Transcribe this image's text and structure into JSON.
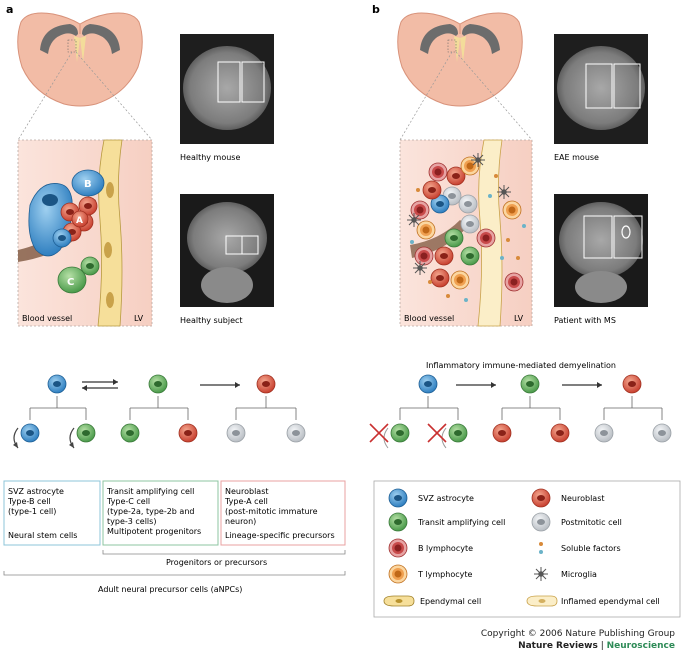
{
  "panel_a": {
    "letter": "a",
    "mri_top_caption": "Healthy mouse",
    "mri_bottom_caption": "Healthy subject",
    "zoom_left_label": "Blood vessel",
    "zoom_right_label": "LV",
    "cell_labels": [
      "B",
      "A",
      "C"
    ]
  },
  "panel_b": {
    "letter": "b",
    "mri_top_caption": "EAE mouse",
    "mri_bottom_caption": "Patient with MS",
    "zoom_left_label": "Blood vessel",
    "zoom_right_label": "LV"
  },
  "lineage_right_title": "Inflammatory immune-mediated demyelination",
  "info_boxes": [
    {
      "lines": [
        "SVZ astrocyte",
        "Type-B cell",
        "(type-1 cell)",
        "",
        "Neural stem cells"
      ]
    },
    {
      "lines": [
        "Transit amplifying cell",
        "Type-C cell",
        "(type-2a, type-2b and",
        "type-3 cells)",
        "Multipotent progenitors"
      ]
    },
    {
      "lines": [
        "Neuroblast",
        "Type-A cell",
        "(post-mitotic immature",
        "neuron)",
        "Lineage-specific precursors"
      ]
    }
  ],
  "brackets": {
    "inner": "Progenitors or precursors",
    "outer": "Adult neural precursor cells (aNPCs)"
  },
  "legend": [
    {
      "icon": "svz-astrocyte-icon",
      "label": "SVZ astrocyte"
    },
    {
      "icon": "neuroblast-icon",
      "label": "Neuroblast"
    },
    {
      "icon": "transit-amplifying-cell-icon",
      "label": "Transit amplifying cell"
    },
    {
      "icon": "postmitotic-cell-icon",
      "label": "Postmitotic cell"
    },
    {
      "icon": "b-lymphocyte-icon",
      "label": "B lymphocyte"
    },
    {
      "icon": "soluble-factors-icon",
      "label": "Soluble factors"
    },
    {
      "icon": "t-lymphocyte-icon",
      "label": "T lymphocyte"
    },
    {
      "icon": "microglia-icon",
      "label": "Microglia"
    },
    {
      "icon": "ependymal-cell-icon",
      "label": "Ependymal cell"
    },
    {
      "icon": "inflamed-ependymal-cell-icon",
      "label": "Inflamed ependymal cell"
    }
  ],
  "copyright": {
    "line1": "Copyright © 2006 Nature Publishing Group",
    "journal": "Nature Reviews",
    "separator": " | ",
    "section": "Neuroscience"
  },
  "colors": {
    "astrocyte": "#3a8fd0",
    "transit": "#5aa85a",
    "neuroblast": "#d9553c",
    "postmitotic": "#c9cdd2",
    "b_lymphocyte": "#c84a4a",
    "t_lymphocyte": "#e8a050",
    "brain": "#f0b8a0",
    "ependymal": "#f3d68a",
    "box_blue": "#8cc4d8",
    "box_green": "#8cc4a0",
    "box_red": "#e8a0a0"
  }
}
